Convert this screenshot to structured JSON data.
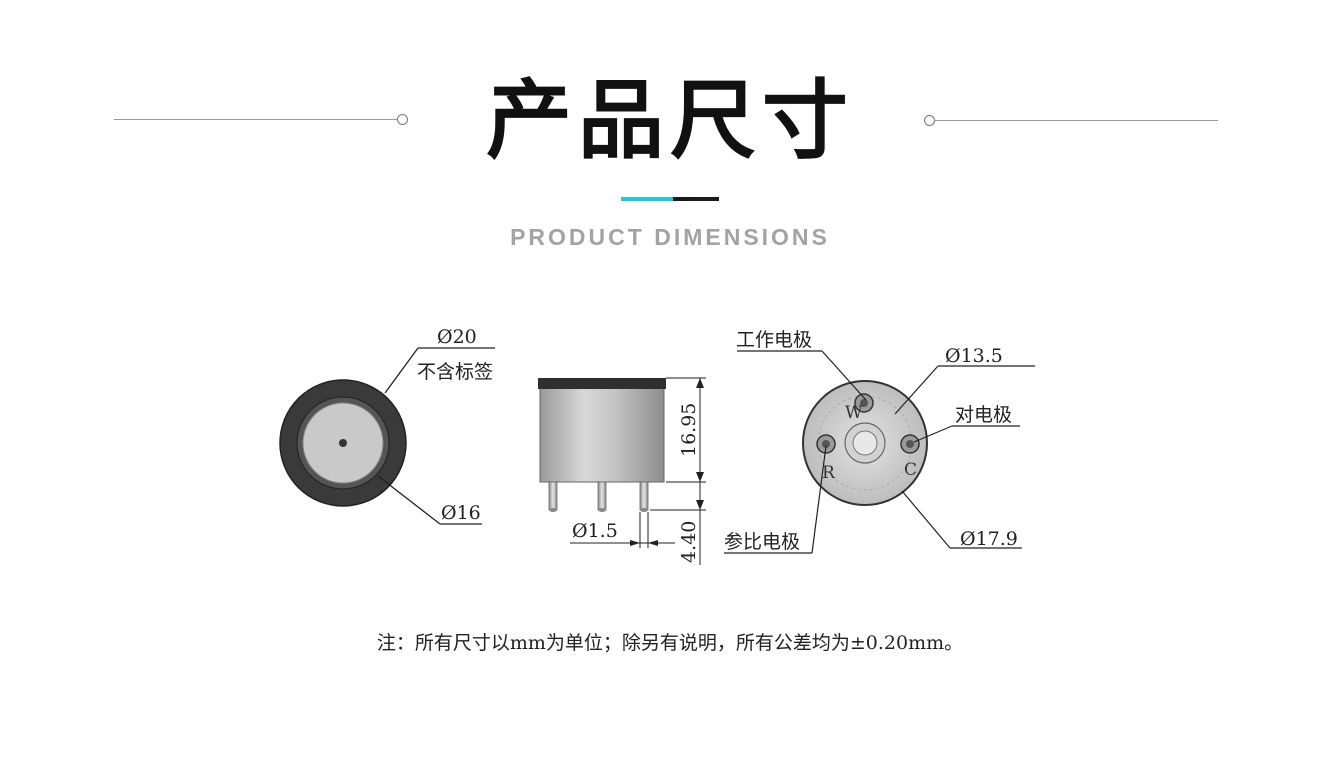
{
  "header": {
    "title": "产品尺寸",
    "subtitle": "PRODUCT DIMENSIONS",
    "accent_color": "#2cc5c9",
    "accent_dark": "#1a1a1a"
  },
  "front_view": {
    "outer_diameter": "Ø20",
    "label_note": "不含标签",
    "inner_diameter": "Ø16"
  },
  "side_view": {
    "height": "16.95",
    "pin_length": "4.40",
    "pin_diameter": "Ø1.5"
  },
  "bottom_view": {
    "working_electrode": "工作电极",
    "pin_circle_diameter": "Ø13.5",
    "counter_electrode": "对电极",
    "reference_electrode": "参比电极",
    "base_diameter": "Ø17.9",
    "mark_w": "W",
    "mark_r": "R",
    "mark_c": "C"
  },
  "note": "注：所有尺寸以mm为单位；除另有说明，所有公差均为±0.20mm。"
}
